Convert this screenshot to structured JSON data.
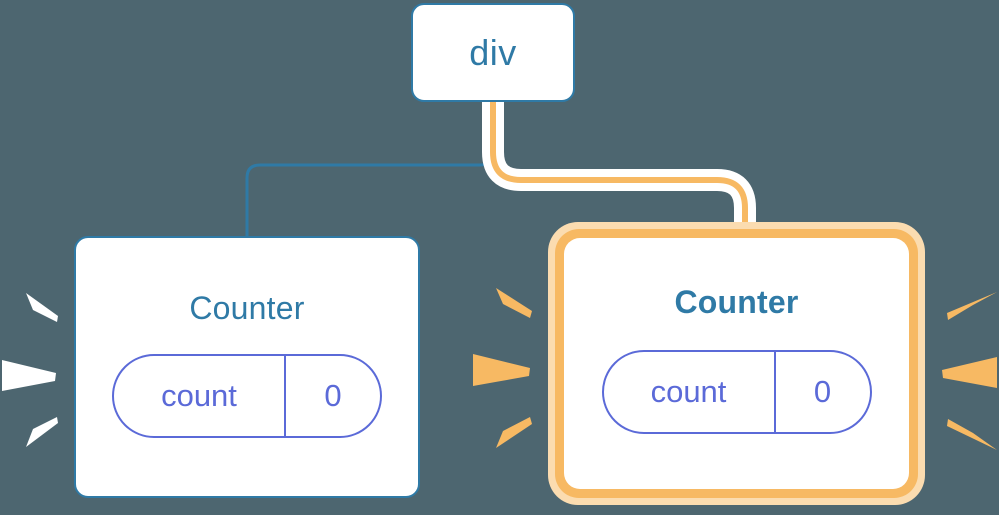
{
  "background_color": "#4d6670",
  "palette": {
    "node_blue": "#2f7aa6",
    "pill_purple": "#5b6ad8",
    "highlight_orange": "#f7b963",
    "highlight_orange_glow": "#fbdcb0",
    "white": "#ffffff"
  },
  "diagram": {
    "type": "component-tree",
    "root": {
      "label": "div"
    },
    "children": [
      {
        "label": "Counter",
        "highlighted": false,
        "edge_color": "#2f7aa6",
        "state": {
          "key": "count",
          "value": "0"
        },
        "sparks": {
          "color": "#ffffff",
          "side": "left",
          "count": 3
        }
      },
      {
        "label": "Counter",
        "highlighted": true,
        "edge_color": "#f7b963",
        "state": {
          "key": "count",
          "value": "0"
        },
        "sparks": {
          "color": "#f7b963",
          "sides": "both",
          "count": 6
        }
      }
    ]
  }
}
